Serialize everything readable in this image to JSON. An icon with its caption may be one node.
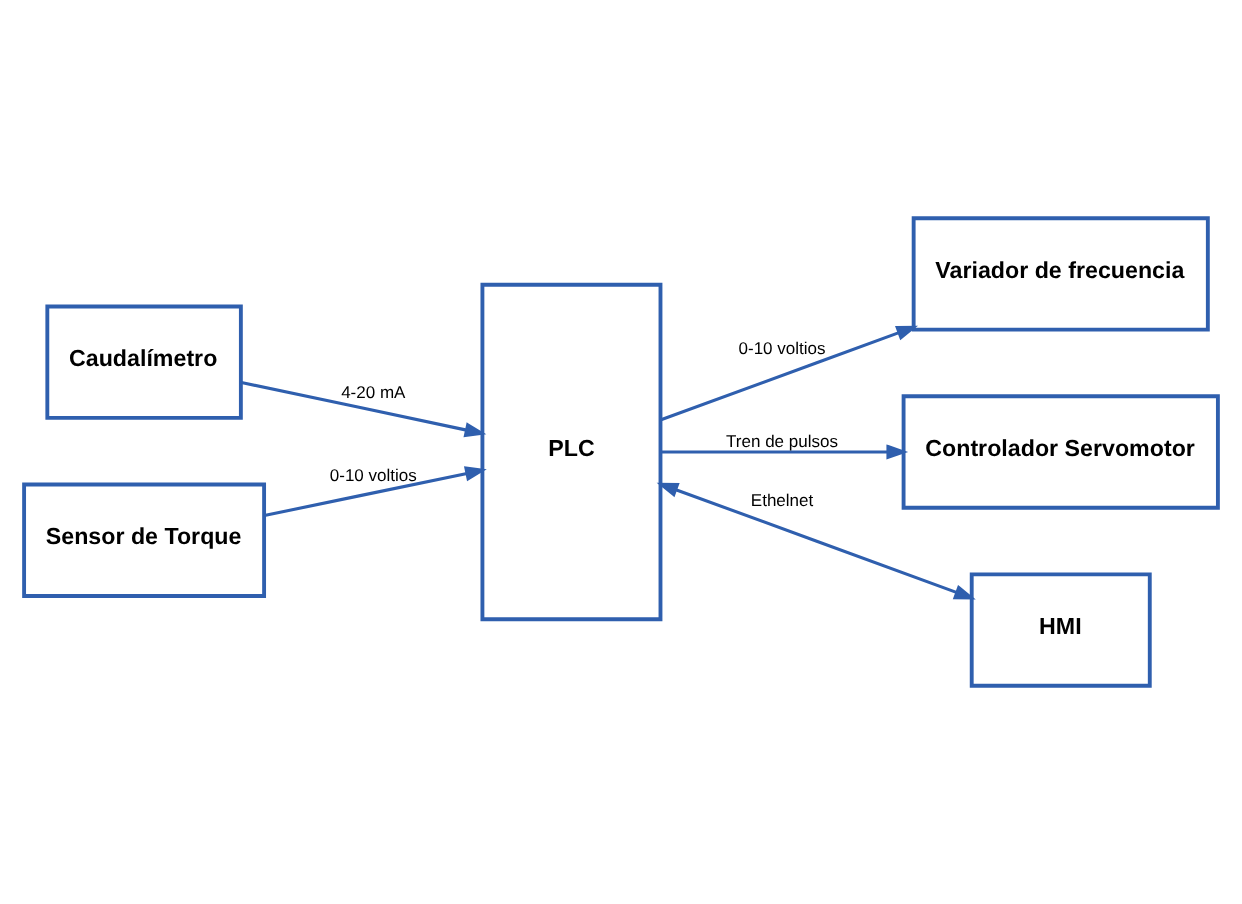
{
  "diagram": {
    "nodes": [
      {
        "text": [
          "Caudalímetro"
        ]
      },
      {
        "text": [
          "Sensor de Torque"
        ]
      },
      {
        "text": [
          "PLC"
        ]
      },
      {
        "text": [
          "Variador de frecuencia"
        ]
      },
      {
        "text": [
          "Controlador Servomotor"
        ]
      },
      {
        "text": [
          "HMI"
        ]
      }
    ],
    "edges": [
      {
        "from": 0,
        "to": 2,
        "arrow": "to",
        "label": "4-20 mA"
      },
      {
        "from": 1,
        "to": 2,
        "arrow": "to",
        "label": "0-10 voltios"
      },
      {
        "from": 2,
        "to": 3,
        "arrow": "to",
        "label": "0-10 voltios"
      },
      {
        "from": 2,
        "to": 4,
        "arrow": "to",
        "label": "Tren de pulsos"
      },
      {
        "from": 2,
        "to": 5,
        "arrow": "both",
        "label": "Ethelnet"
      }
    ]
  }
}
